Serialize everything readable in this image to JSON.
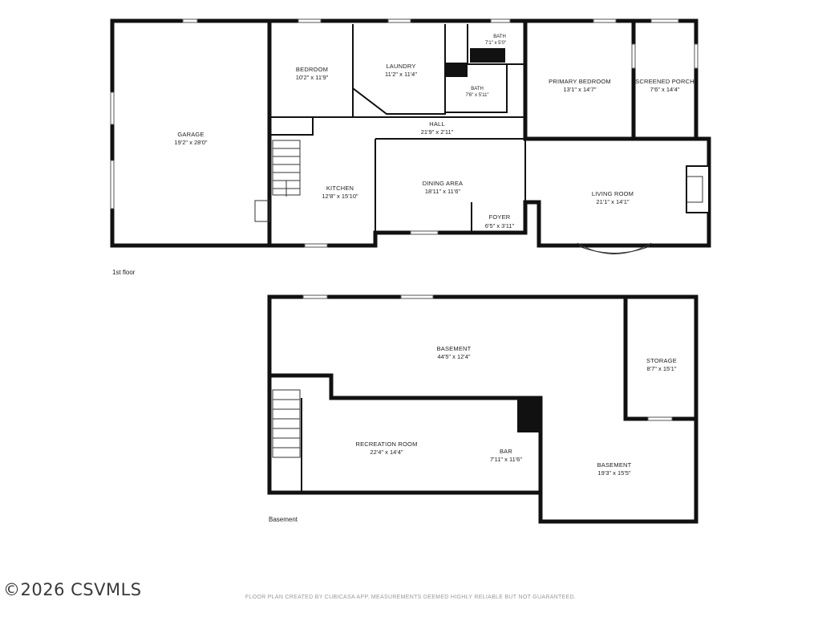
{
  "floors": [
    {
      "label": "1st floor",
      "rooms": [
        {
          "name": "GARAGE",
          "dims": "19'2\" x 28'0\""
        },
        {
          "name": "BEDROOM",
          "dims": "10'2\" x 11'9\""
        },
        {
          "name": "LAUNDRY",
          "dims": "11'2\" x 11'4\""
        },
        {
          "name": "BATH",
          "dims": "7'1\" x 5'0\""
        },
        {
          "name": "BATH",
          "dims": "7'6\" x 5'11\""
        },
        {
          "name": "PRIMARY BEDROOM",
          "dims": "13'1\" x 14'7\""
        },
        {
          "name": "SCREENED PORCH",
          "dims": "7'6\" x 14'4\""
        },
        {
          "name": "HALL",
          "dims": "21'9\" x 2'11\""
        },
        {
          "name": "KITCHEN",
          "dims": "12'8\" x 15'10\""
        },
        {
          "name": "DINING AREA",
          "dims": "18'11\" x 11'6\""
        },
        {
          "name": "LIVING ROOM",
          "dims": "21'1\" x 14'1\""
        },
        {
          "name": "FOYER",
          "dims": "6'5\" x 3'11\""
        }
      ]
    },
    {
      "label": "Basement",
      "rooms": [
        {
          "name": "BASEMENT",
          "dims": "44'5\" x 12'4\""
        },
        {
          "name": "STORAGE",
          "dims": "8'7\" x 15'1\""
        },
        {
          "name": "RECREATION ROOM",
          "dims": "22'4\" x 14'4\""
        },
        {
          "name": "BAR",
          "dims": "7'11\" x 11'6\""
        },
        {
          "name": "BASEMENT",
          "dims": "19'3\" x 15'5\""
        }
      ]
    }
  ],
  "watermark": "©2026 CSVMLS",
  "credit": "FLOOR PLAN CREATED BY CUBICASA APP. MEASUREMENTS DEEMED HIGHLY RELIABLE BUT NOT GUARANTEED."
}
